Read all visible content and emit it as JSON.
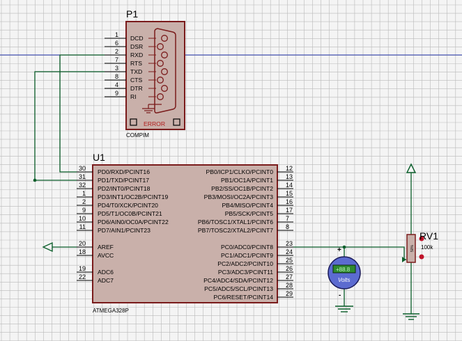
{
  "colors": {
    "background": "#f4f4f4",
    "grid": "#b9b9b9",
    "body_fill": "#c9b0aa",
    "body_stroke": "#7a1b1b",
    "wire": "#0a5e2a",
    "pin_line": "#000000",
    "error_text": "#b01a1a",
    "blue_line": "#2233aa",
    "voltmeter_fill": "#5c6bd0",
    "voltmeter_display": "#2f8a2f",
    "terminal_red": "#c0142a"
  },
  "p1": {
    "ref": "P1",
    "type": "COMPIM",
    "error": "ERROR",
    "pins": [
      {
        "num": "1",
        "name": "DCD"
      },
      {
        "num": "6",
        "name": "DSR"
      },
      {
        "num": "2",
        "name": "RXD"
      },
      {
        "num": "7",
        "name": "RTS"
      },
      {
        "num": "3",
        "name": "TXD"
      },
      {
        "num": "8",
        "name": "CTS"
      },
      {
        "num": "4",
        "name": "DTR"
      },
      {
        "num": "9",
        "name": "RI"
      }
    ]
  },
  "u1": {
    "ref": "U1",
    "part": "ATMEGA328P",
    "left_pins": [
      {
        "num": "30",
        "name": "PD0/RXD/PCINT16"
      },
      {
        "num": "31",
        "name": "PD1/TXD/PCINT17"
      },
      {
        "num": "32",
        "name": "PD2/INT0/PCINT18"
      },
      {
        "num": "1",
        "name": "PD3/INT1/OC2B/PCINT19"
      },
      {
        "num": "2",
        "name": "PD4/T0/XCK/PCINT20"
      },
      {
        "num": "9",
        "name": "PD5/T1/OC0B/PCINT21"
      },
      {
        "num": "10",
        "name": "PD6/AIN0/OC0A/PCINT22"
      },
      {
        "num": "11",
        "name": "PD7/AIN1/PCINT23"
      },
      {
        "num": "20",
        "name": "AREF"
      },
      {
        "num": "18",
        "name": "AVCC"
      },
      {
        "num": "19",
        "name": "ADC6"
      },
      {
        "num": "22",
        "name": "ADC7"
      }
    ],
    "right_pins": [
      {
        "num": "12",
        "name": "PB0/ICP1/CLKO/PCINT0"
      },
      {
        "num": "13",
        "name": "PB1/OC1A/PCINT1"
      },
      {
        "num": "14",
        "name": "PB2/SS/OC1B/PCINT2"
      },
      {
        "num": "15",
        "name": "PB3/MOSI/OC2A/PCINT3"
      },
      {
        "num": "16",
        "name": "PB4/MISO/PCINT4"
      },
      {
        "num": "17",
        "name": "PB5/SCK/PCINT5"
      },
      {
        "num": "7",
        "name": "PB6/TOSC1/XTAL1/PCINT6"
      },
      {
        "num": "8",
        "name": "PB7/TOSC2/XTAL2/PCINT7"
      },
      {
        "num": "23",
        "name": "PC0/ADC0/PCINT8"
      },
      {
        "num": "24",
        "name": "PC1/ADC1/PCINT9"
      },
      {
        "num": "25",
        "name": "PC2/ADC2/PCINT10"
      },
      {
        "num": "26",
        "name": "PC3/ADC3/PCINT11"
      },
      {
        "num": "27",
        "name": "PC4/ADC4/SDA/PCINT12"
      },
      {
        "num": "28",
        "name": "PC5/ADC5/SCL/PCINT13"
      },
      {
        "num": "29",
        "name": "PC6/RESET/PCINT14"
      }
    ]
  },
  "rv1": {
    "ref": "RV1",
    "value": "100k",
    "body_text": "50%"
  },
  "voltmeter": {
    "display": "+88.8",
    "unit_label": "Volts",
    "plus": "+",
    "minus": "-"
  }
}
